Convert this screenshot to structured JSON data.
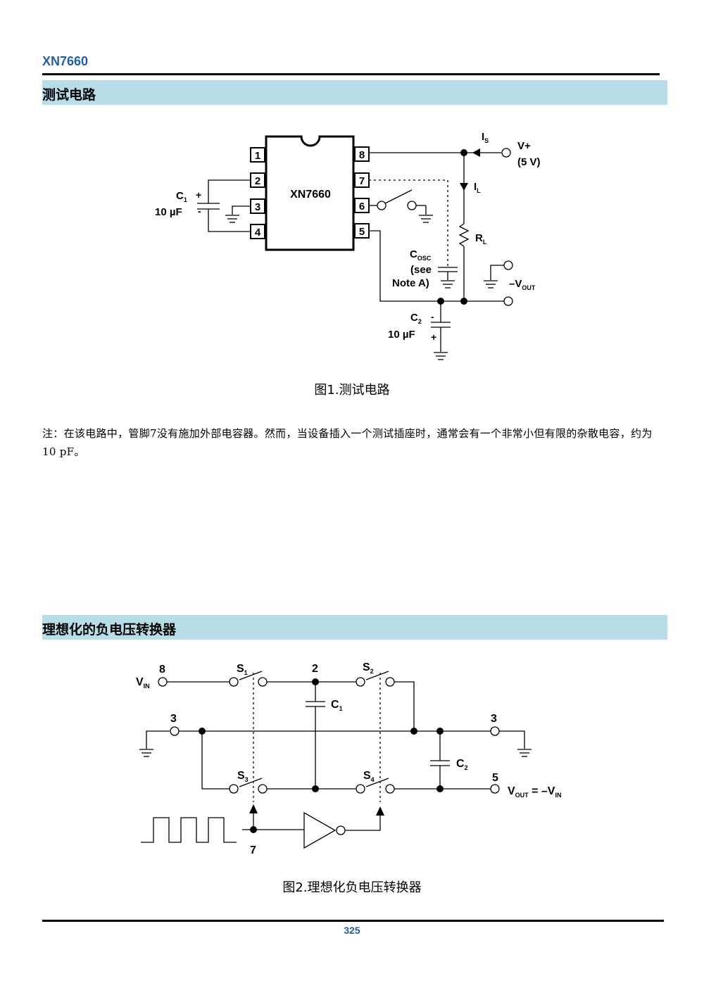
{
  "header": {
    "doc_title": "XN7660"
  },
  "section1": {
    "title": "测试电路"
  },
  "figure1": {
    "chip_label": "XN7660",
    "pins": [
      "1",
      "2",
      "3",
      "4",
      "8",
      "7",
      "6",
      "5"
    ],
    "c1_label": "C",
    "c1_sub": "1",
    "c1_value": "10 µF",
    "plus": "+",
    "minus": "-",
    "is_label": "I",
    "is_sub": "S",
    "vplus_label": "V+",
    "vplus_value": "(5 V)",
    "il_label": "I",
    "il_sub": "L",
    "rl_label": "R",
    "rl_sub": "L",
    "cosc_label": "C",
    "cosc_sub": "OSC",
    "cosc_note1": "(see",
    "cosc_note2": "Note A)",
    "vout_prefix": "–V",
    "vout_sub": "OUT",
    "c2_label": "C",
    "c2_sub": "2",
    "c2_value": "10 µF",
    "caption": "图1.测试电路"
  },
  "note": {
    "text": "注：在该电路中，管脚7没有施加外部电容器。然而，当设备插入一个测试插座时，通常会有一个非常小但有限的杂散电容，约为10 pF。"
  },
  "section2": {
    "title": "理想化的负电压转换器"
  },
  "figure2": {
    "vin_label": "V",
    "vin_sub": "IN",
    "pin8": "8",
    "s1_label": "S",
    "s1_sub": "1",
    "pin2": "2",
    "s2_label": "S",
    "s2_sub": "2",
    "c1_label": "C",
    "c1_sub": "1",
    "pin3_left": "3",
    "pin3_right": "3",
    "c2_label": "C",
    "c2_sub": "2",
    "s3_label": "S",
    "s3_sub": "3",
    "s4_label": "S",
    "s4_sub": "4",
    "pin5": "5",
    "vout_label": "V",
    "vout_sub": "OUT",
    "vout_eq": " = –V",
    "vout_eq_sub": "IN",
    "pin7": "7",
    "caption": "图2.理想化负电压转换器"
  },
  "footer": {
    "page_number": "325"
  }
}
